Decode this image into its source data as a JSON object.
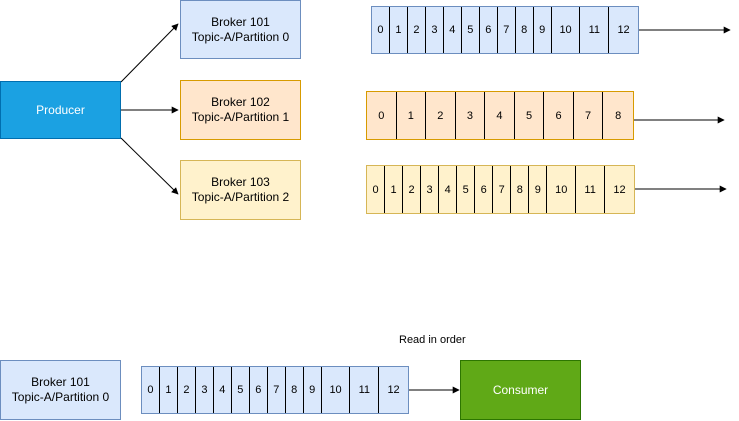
{
  "producer": {
    "label": "Producer"
  },
  "brokers": [
    {
      "name": "Broker 101",
      "partition": "Topic-A/Partition 0"
    },
    {
      "name": "Broker 102",
      "partition": "Topic-A/Partition 1"
    },
    {
      "name": "Broker 103",
      "partition": "Topic-A/Partition 2"
    }
  ],
  "logs": [
    {
      "offsets": [
        "0",
        "1",
        "2",
        "3",
        "4",
        "5",
        "6",
        "7",
        "8",
        "9",
        "10",
        "11",
        "12"
      ]
    },
    {
      "offsets": [
        "0",
        "1",
        "2",
        "3",
        "4",
        "5",
        "6",
        "7",
        "8"
      ]
    },
    {
      "offsets": [
        "0",
        "1",
        "2",
        "3",
        "4",
        "5",
        "6",
        "7",
        "8",
        "9",
        "10",
        "11",
        "12"
      ]
    }
  ],
  "consumer_section": {
    "broker": {
      "name": "Broker 101",
      "partition": "Topic-A/Partition 0"
    },
    "log": {
      "offsets": [
        "0",
        "1",
        "2",
        "3",
        "4",
        "5",
        "6",
        "7",
        "8",
        "9",
        "10",
        "11",
        "12"
      ]
    },
    "caption": "Read in order",
    "consumer_label": "Consumer"
  },
  "colors": {
    "producer": "#1ba1e2",
    "consumer": "#60a917",
    "partition_0": "#dae8fc",
    "partition_1": "#ffe6cc",
    "partition_2": "#fff2cc"
  }
}
